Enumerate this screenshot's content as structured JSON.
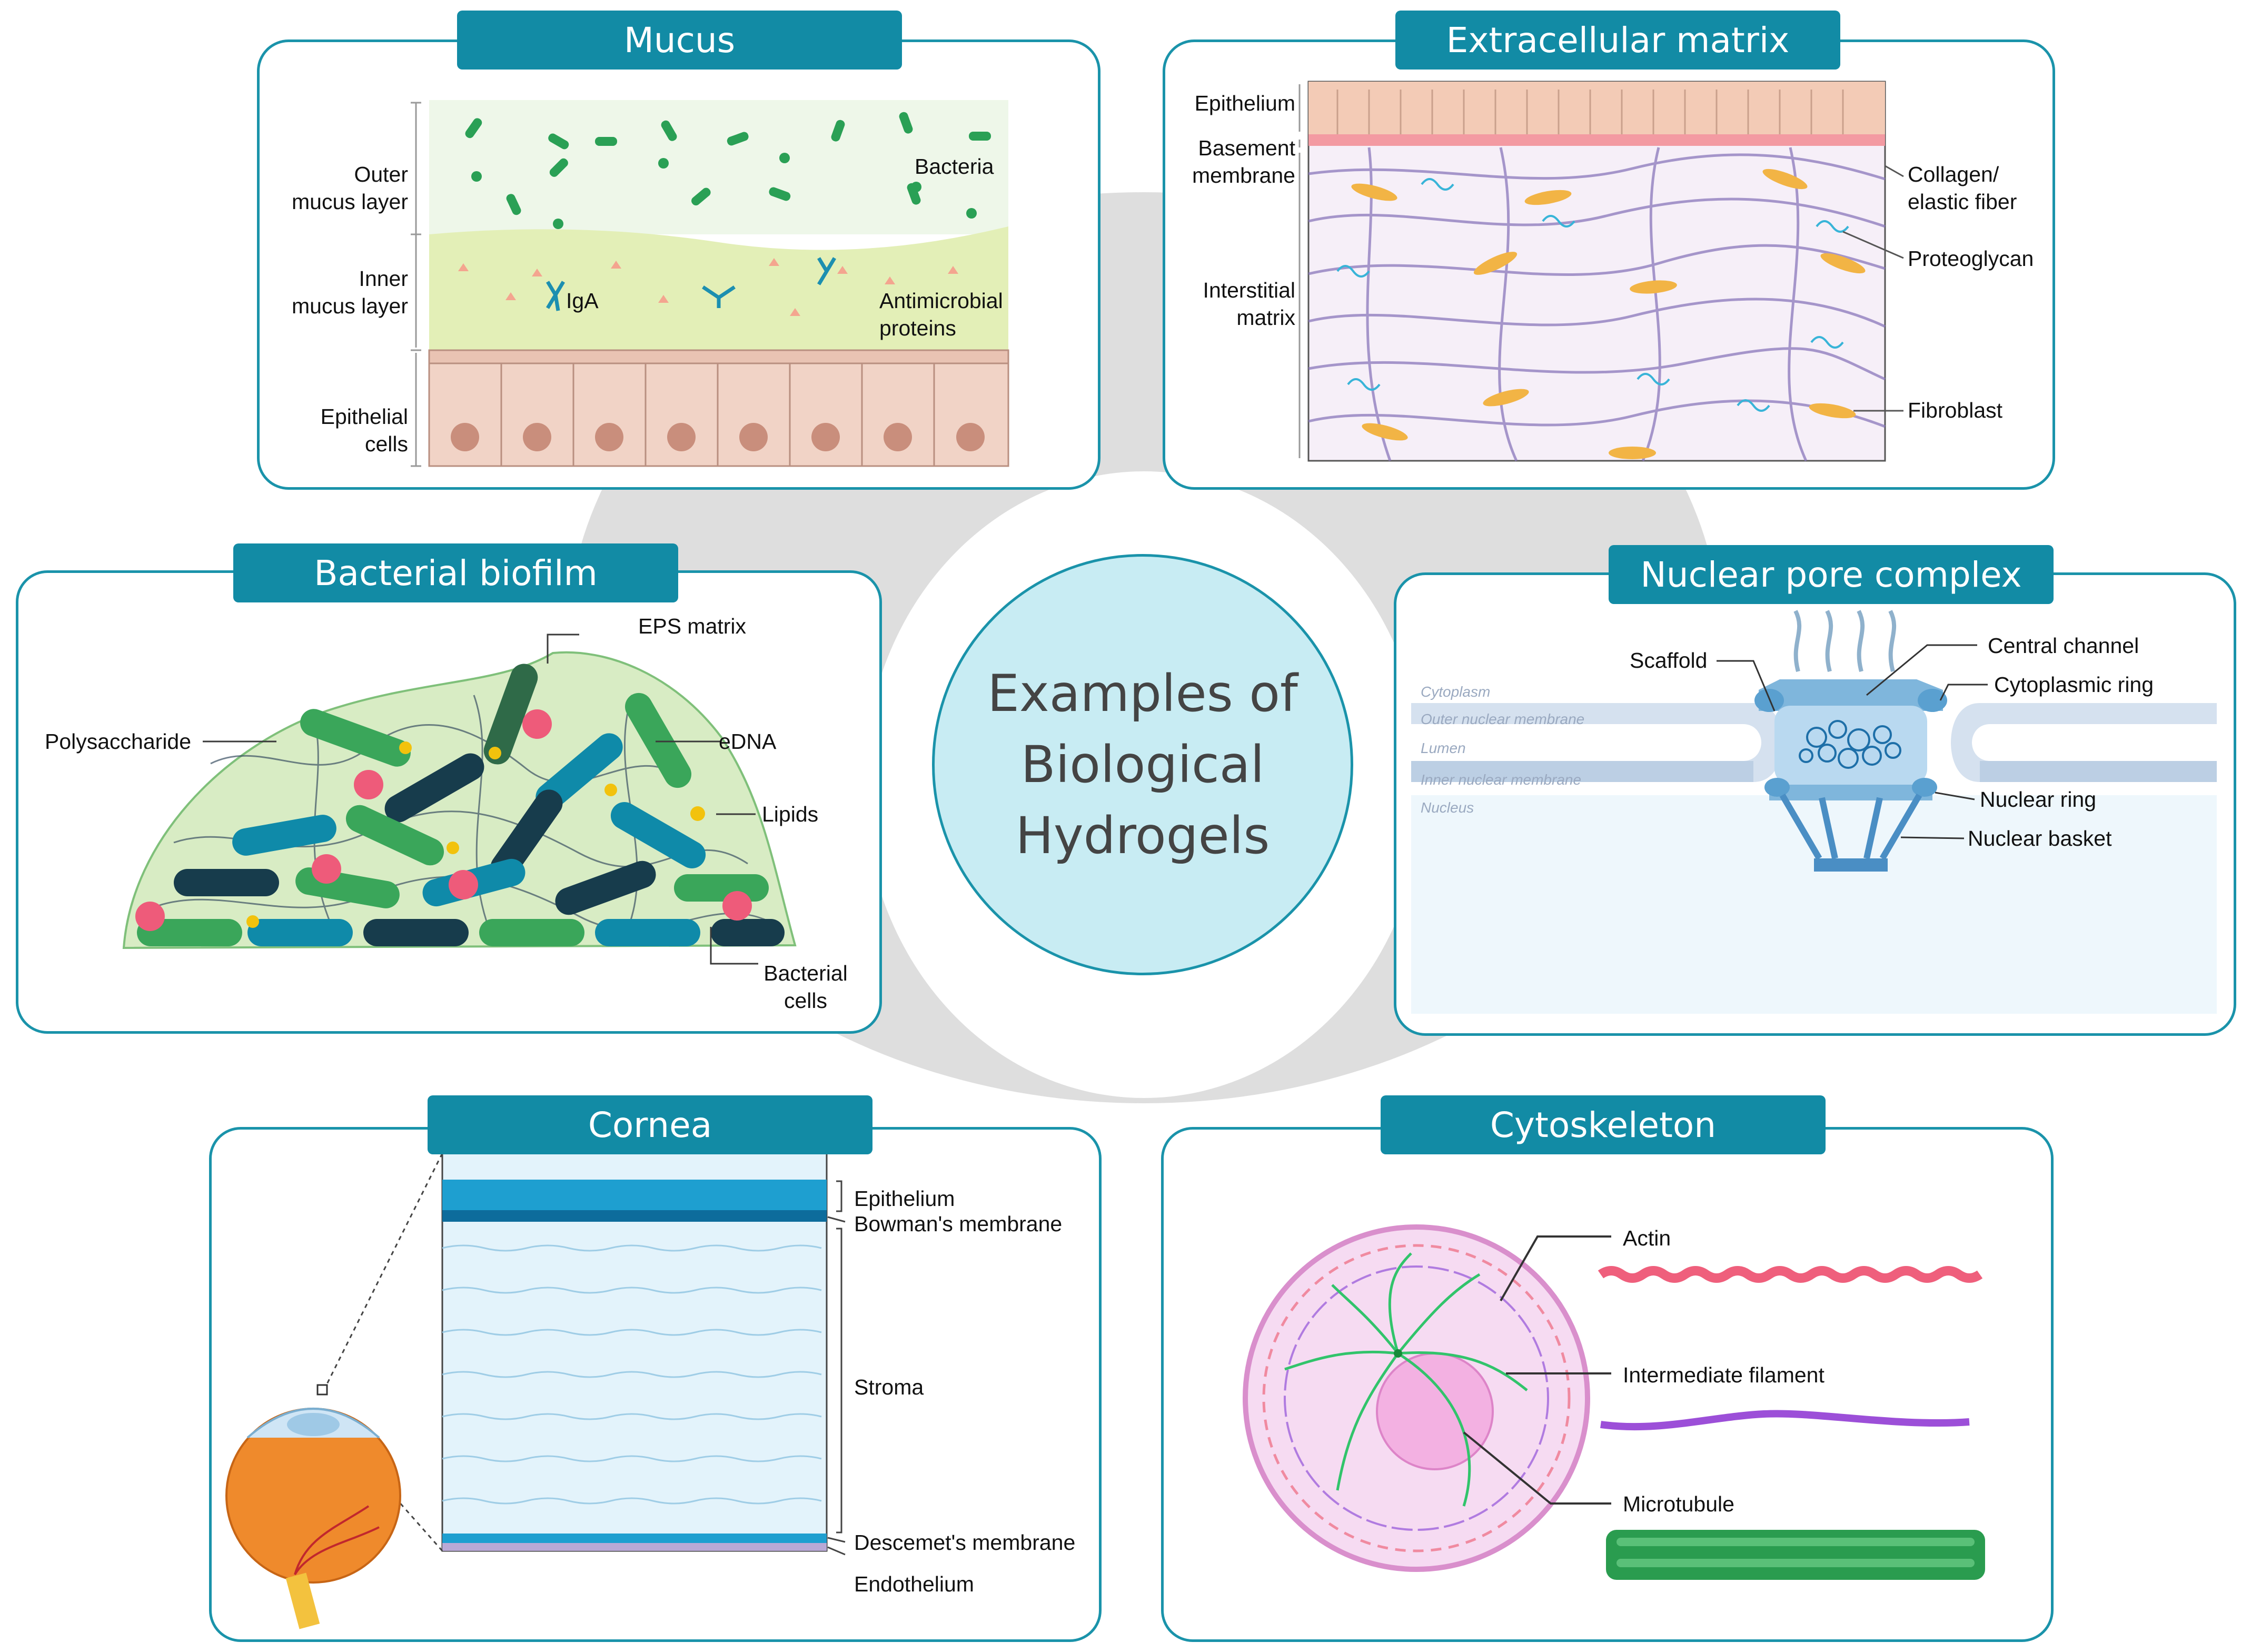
{
  "center": {
    "title": "Examples of\nBiological\nHydrogels"
  },
  "colors": {
    "accent": "#128ba5",
    "panel_border": "#1a93aa",
    "center_fill": "#c8ecf3",
    "ring": "#dedede"
  },
  "panels": {
    "mucus": {
      "title": "Mucus",
      "labels": {
        "outer": "Outer\nmucus layer",
        "inner": "Inner\nmucus layer",
        "epithelial": "Epithelial\ncells",
        "bacteria": "Bacteria",
        "iga": "IgA",
        "antimicrobial": "Antimicrobial\nproteins"
      }
    },
    "ecm": {
      "title": "Extracellular matrix",
      "labels": {
        "epithelium": "Epithelium",
        "basement": "Basement\nmembrane",
        "interstitial": "Interstitial\nmatrix",
        "collagen": "Collagen/\nelastic fiber",
        "proteoglycan": "Proteoglycan",
        "fibroblast": "Fibroblast"
      }
    },
    "biofilm": {
      "title": "Bacterial biofilm",
      "labels": {
        "eps": "EPS matrix",
        "polysaccharide": "Polysaccharide",
        "edna": "eDNA",
        "lipids": "Lipids",
        "cells": "Bacterial\ncells"
      }
    },
    "npc": {
      "title": "Nuclear pore complex",
      "labels": {
        "scaffold": "Scaffold",
        "central": "Central channel",
        "cytoring": "Cytoplasmic ring",
        "nuclear_ring": "Nuclear ring",
        "basket": "Nuclear basket",
        "cytoplasm": "Cytoplasm",
        "outer_membrane": "Outer nuclear membrane",
        "lumen": "Lumen",
        "inner_membrane": "Inner nuclear membrane",
        "nucleus": "Nucleus"
      }
    },
    "cornea": {
      "title": "Cornea",
      "labels": {
        "epithelium": "Epithelium",
        "bowman": "Bowman's membrane",
        "stroma": "Stroma",
        "descemet": "Descemet's membrane",
        "endothelium": "Endothelium"
      }
    },
    "cytoskeleton": {
      "title": "Cytoskeleton",
      "labels": {
        "actin": "Actin",
        "intermediate": "Intermediate filament",
        "microtubule": "Microtubule"
      }
    }
  }
}
